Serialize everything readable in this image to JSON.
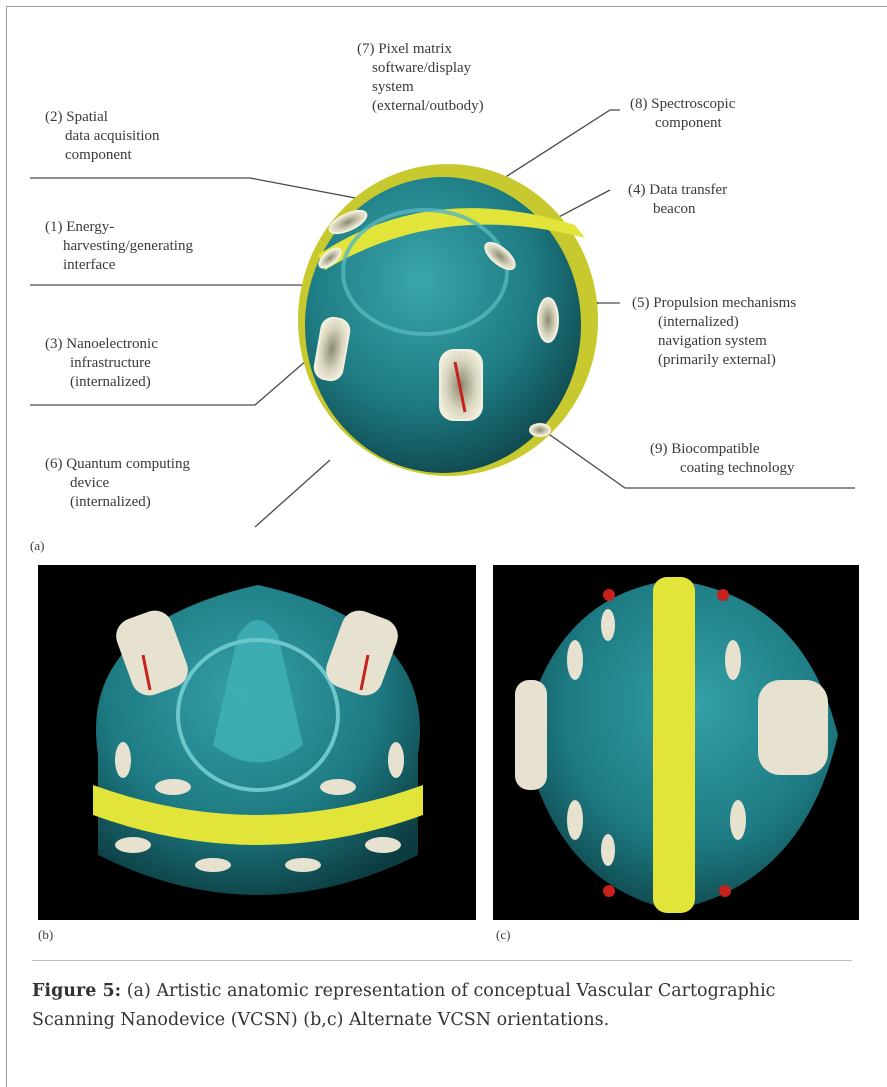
{
  "labels": {
    "l7": [
      "(7) Pixel matrix",
      "software/display",
      "system",
      "(external/outbody)"
    ],
    "l2": [
      "(2) Spatial",
      "data acquisition",
      "component"
    ],
    "l8": [
      "(8) Spectroscopic",
      "component"
    ],
    "l4": [
      "(4) Data transfer",
      "beacon"
    ],
    "l1": [
      "(1) Energy-",
      "harvesting/generating",
      "interface"
    ],
    "l5": [
      "(5) Propulsion mechanisms",
      "(internalized)",
      "navigation system",
      "(primarily external)"
    ],
    "l3": [
      "(3) Nanoelectronic",
      "infrastructure",
      "(internalized)"
    ],
    "l9": [
      "(9) Biocompatible",
      "coating technology"
    ],
    "l6": [
      "(6) Quantum computing",
      "device",
      "(internalized)"
    ]
  },
  "panels": {
    "a": "(a)",
    "b": "(b)",
    "c": "(c)"
  },
  "caption": {
    "prefix": "Figure 5:",
    "text": " (a) Artistic anatomic representation of conceptual Vascular Cartographic Scanning Nanodevice (VCSN) (b,c) Alternate VCSN orientations."
  },
  "colors": {
    "teal": "#1f7f88",
    "yellow": "#e2e43a",
    "pore": "#e6e2cf",
    "red": "#c8201a"
  }
}
